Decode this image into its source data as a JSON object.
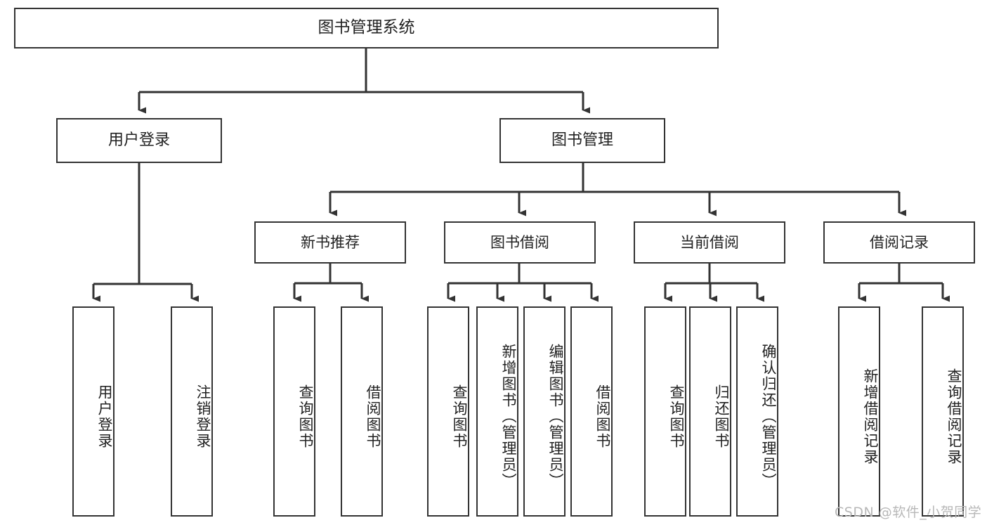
{
  "diagram": {
    "title": "图书管理系统",
    "watermark": "CSDN @软件_小贺同学",
    "colors": {
      "box_border": "#333333",
      "box_fill": "#ffffff",
      "edge": "#333333",
      "text": "#222222",
      "watermark": "#b8b8b8",
      "background": "#ffffff"
    },
    "root": {
      "label": "图书管理系统"
    },
    "level2": [
      {
        "label": "用户登录"
      },
      {
        "label": "图书管理"
      }
    ],
    "level3": [
      {
        "label": "新书推荐"
      },
      {
        "label": "图书借阅"
      },
      {
        "label": "当前借阅"
      },
      {
        "label": "借阅记录"
      }
    ],
    "leaves": {
      "user_login": [
        {
          "label": "用户登录"
        },
        {
          "label": "注销登录"
        }
      ],
      "new_book_recommend": [
        {
          "label": "查询图书"
        },
        {
          "label": "借阅图书"
        }
      ],
      "book_borrow": [
        {
          "label": "查询图书"
        },
        {
          "label": "新增图书（管理员）"
        },
        {
          "label": "编辑图书（管理员）"
        },
        {
          "label": "借阅图书"
        }
      ],
      "current_borrow": [
        {
          "label": "查询图书"
        },
        {
          "label": "归还图书"
        },
        {
          "label": "确认归还（管理员）"
        }
      ],
      "borrow_record": [
        {
          "label": "新增借阅记录"
        },
        {
          "label": "查询借阅记录"
        }
      ]
    }
  }
}
